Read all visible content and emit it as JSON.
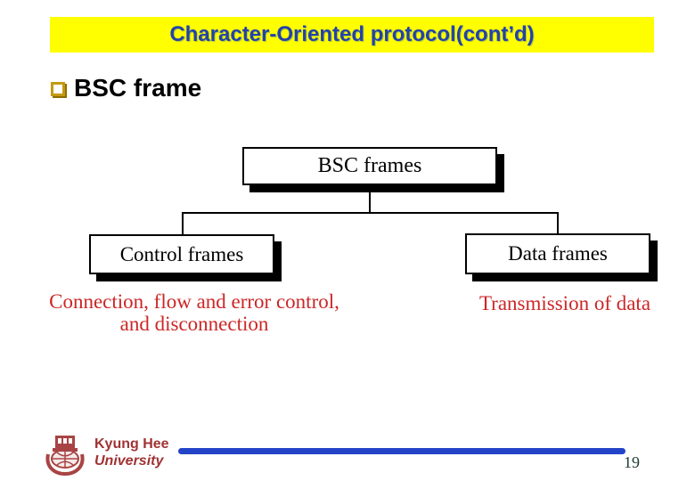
{
  "slide": {
    "title": "Character-Oriented protocol(cont’d)",
    "bullet_label": "BSC frame",
    "page_number": "19"
  },
  "diagram": {
    "type": "tree",
    "root_label": "BSC frames",
    "children": [
      {
        "label": "Control frames",
        "caption_lines": [
          "Connection, flow and error control,",
          "and disconnection"
        ]
      },
      {
        "label": "Data frames",
        "caption_lines": [
          "Transmission of data"
        ]
      }
    ]
  },
  "footer": {
    "logo_icon": "kyung-hee-crest-icon",
    "institution_line1": "Kyung Hee",
    "institution_line2": "University"
  },
  "colors": {
    "title_bg": "#FFFF00",
    "title_text": "#2243A8",
    "caption_red": "#CC2626",
    "box_border": "#000000",
    "box_shadow": "#000000",
    "bullet_gold": "#C49A12",
    "footer_maroon": "#A03333",
    "rule_blue": "#2343C8",
    "page_green": "#1E3B2E"
  }
}
